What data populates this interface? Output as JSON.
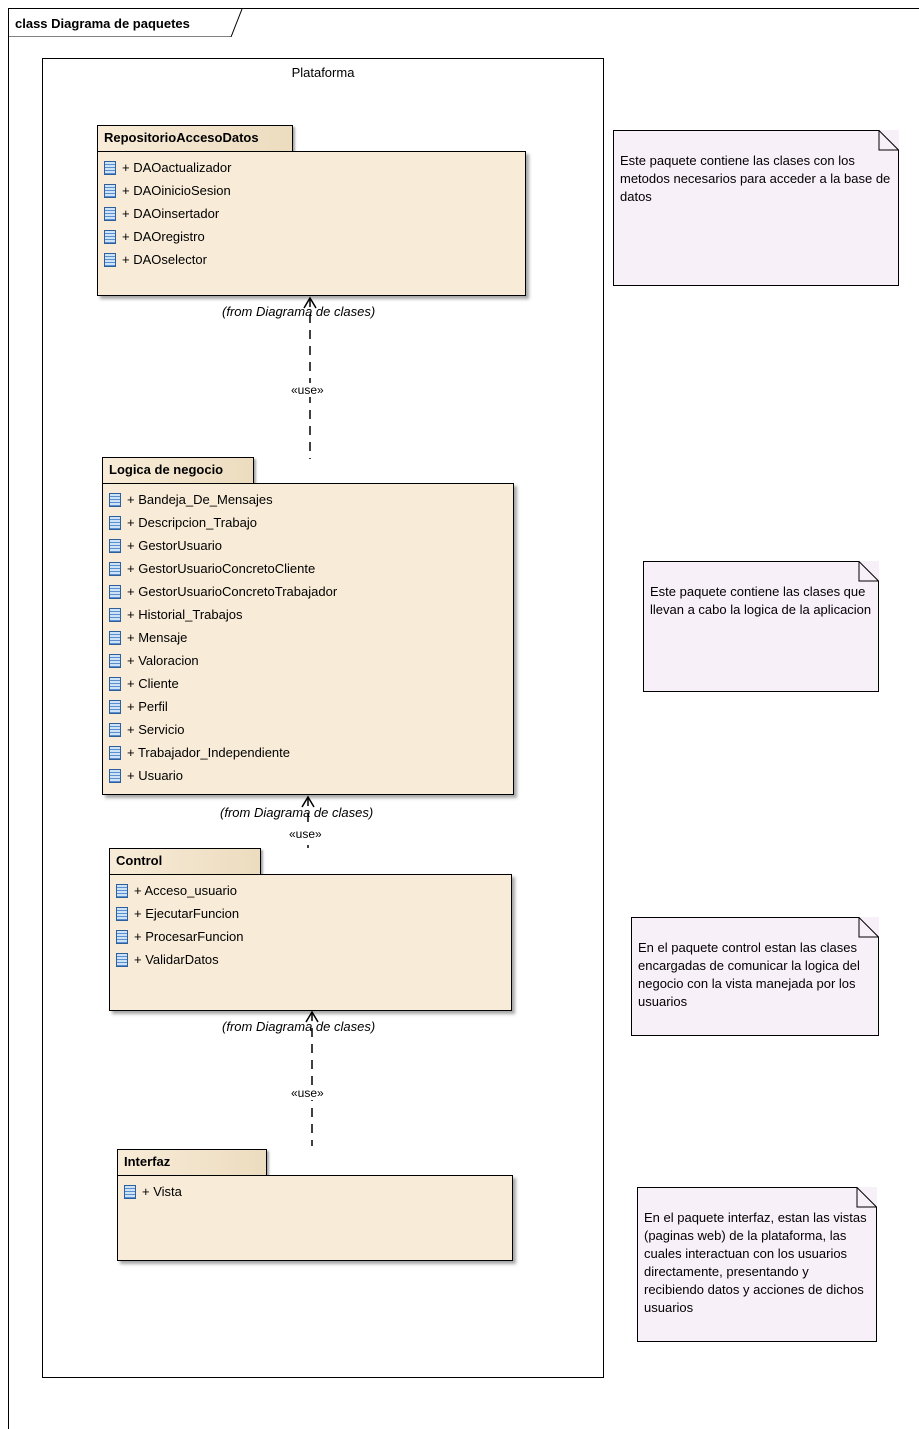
{
  "diagram": {
    "title": "class Diagrama de paquetes",
    "container": "Plataforma",
    "stereotype": "«use»",
    "packages": [
      {
        "name": "RepositorioAccesoDatos",
        "from": "(from Diagrama de clases)",
        "items": [
          "+ DAOactualizador",
          "+ DAOinicioSesion",
          "+ DAOinsertador",
          "+ DAOregistro",
          "+ DAOselector"
        ]
      },
      {
        "name": "Logica de negocio",
        "from": "(from Diagrama de clases)",
        "items": [
          "+ Bandeja_De_Mensajes",
          "+ Descripcion_Trabajo",
          "+ GestorUsuario",
          "+ GestorUsuarioConcretoCliente",
          "+ GestorUsuarioConcretoTrabajador",
          "+ Historial_Trabajos",
          "+ Mensaje",
          "+ Valoracion",
          "+ Cliente",
          "+ Perfil",
          "+ Servicio",
          "+ Trabajador_Independiente",
          "+ Usuario"
        ]
      },
      {
        "name": "Control",
        "from": "(from Diagrama de clases)",
        "items": [
          "+ Acceso_usuario",
          "+ EjecutarFuncion",
          "+ ProcesarFuncion",
          "+ ValidarDatos"
        ]
      },
      {
        "name": "Interfaz",
        "items": [
          "+ Vista"
        ]
      }
    ],
    "notes": [
      "Este paquete contiene las clases con los metodos necesarios para acceder a la base de datos",
      "Este paquete contiene las clases que llevan a cabo la logica de la aplicacion",
      "En el paquete control estan las clases encargadas de comunicar la logica del negocio con la vista manejada por los usuarios",
      "En el paquete interfaz, estan las vistas (paginas web) de la plataforma, las cuales interactuan con los usuarios directamente, presentando y recibiendo datos y acciones de dichos usuarios"
    ],
    "colors": {
      "package_fill": "#f8ecd8",
      "note_fill": "#f8f0f8",
      "class_icon": "#5c8fcf"
    }
  }
}
